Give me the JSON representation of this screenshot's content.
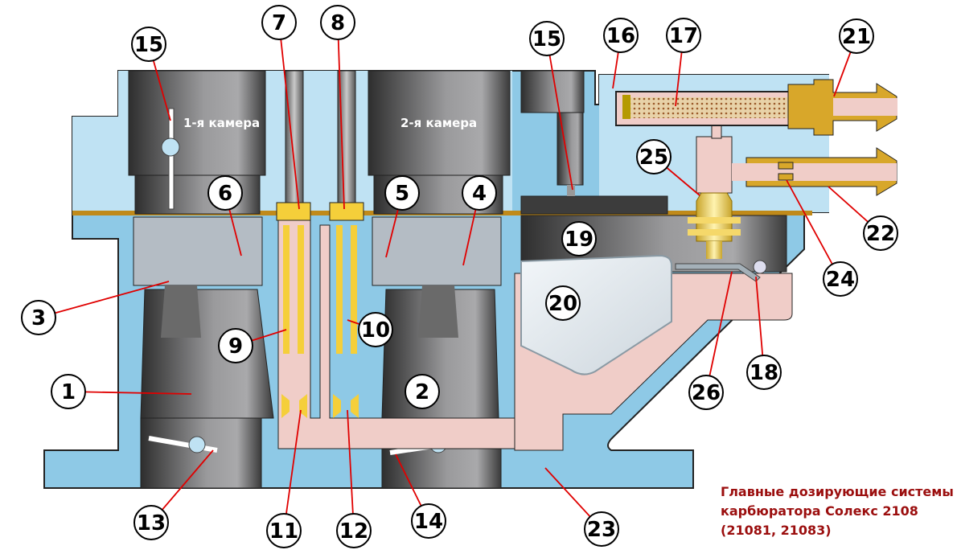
{
  "diagram": {
    "chamber_labels": {
      "first": "1-я камера",
      "second": "2-я камера"
    },
    "caption": [
      "Главные дозирующие системы",
      "карбюратора Солекс 2108",
      "(21081, 21083)"
    ],
    "callouts": [
      "1",
      "2",
      "3",
      "4",
      "5",
      "6",
      "7",
      "8",
      "9",
      "10",
      "11",
      "12",
      "13",
      "14",
      "15",
      "15",
      "16",
      "17",
      "18",
      "19",
      "20",
      "21",
      "22",
      "23",
      "24",
      "25",
      "26"
    ],
    "colors": {
      "body": "#8ec9e6",
      "body_light": "#bfe2f3",
      "fuel": "#f0cdc8",
      "brass": "#d8a72a",
      "jet": "#f5cf3a",
      "gasket": "#c08a1a",
      "leader": "#e00000",
      "caption": "#9b0e0e"
    }
  }
}
